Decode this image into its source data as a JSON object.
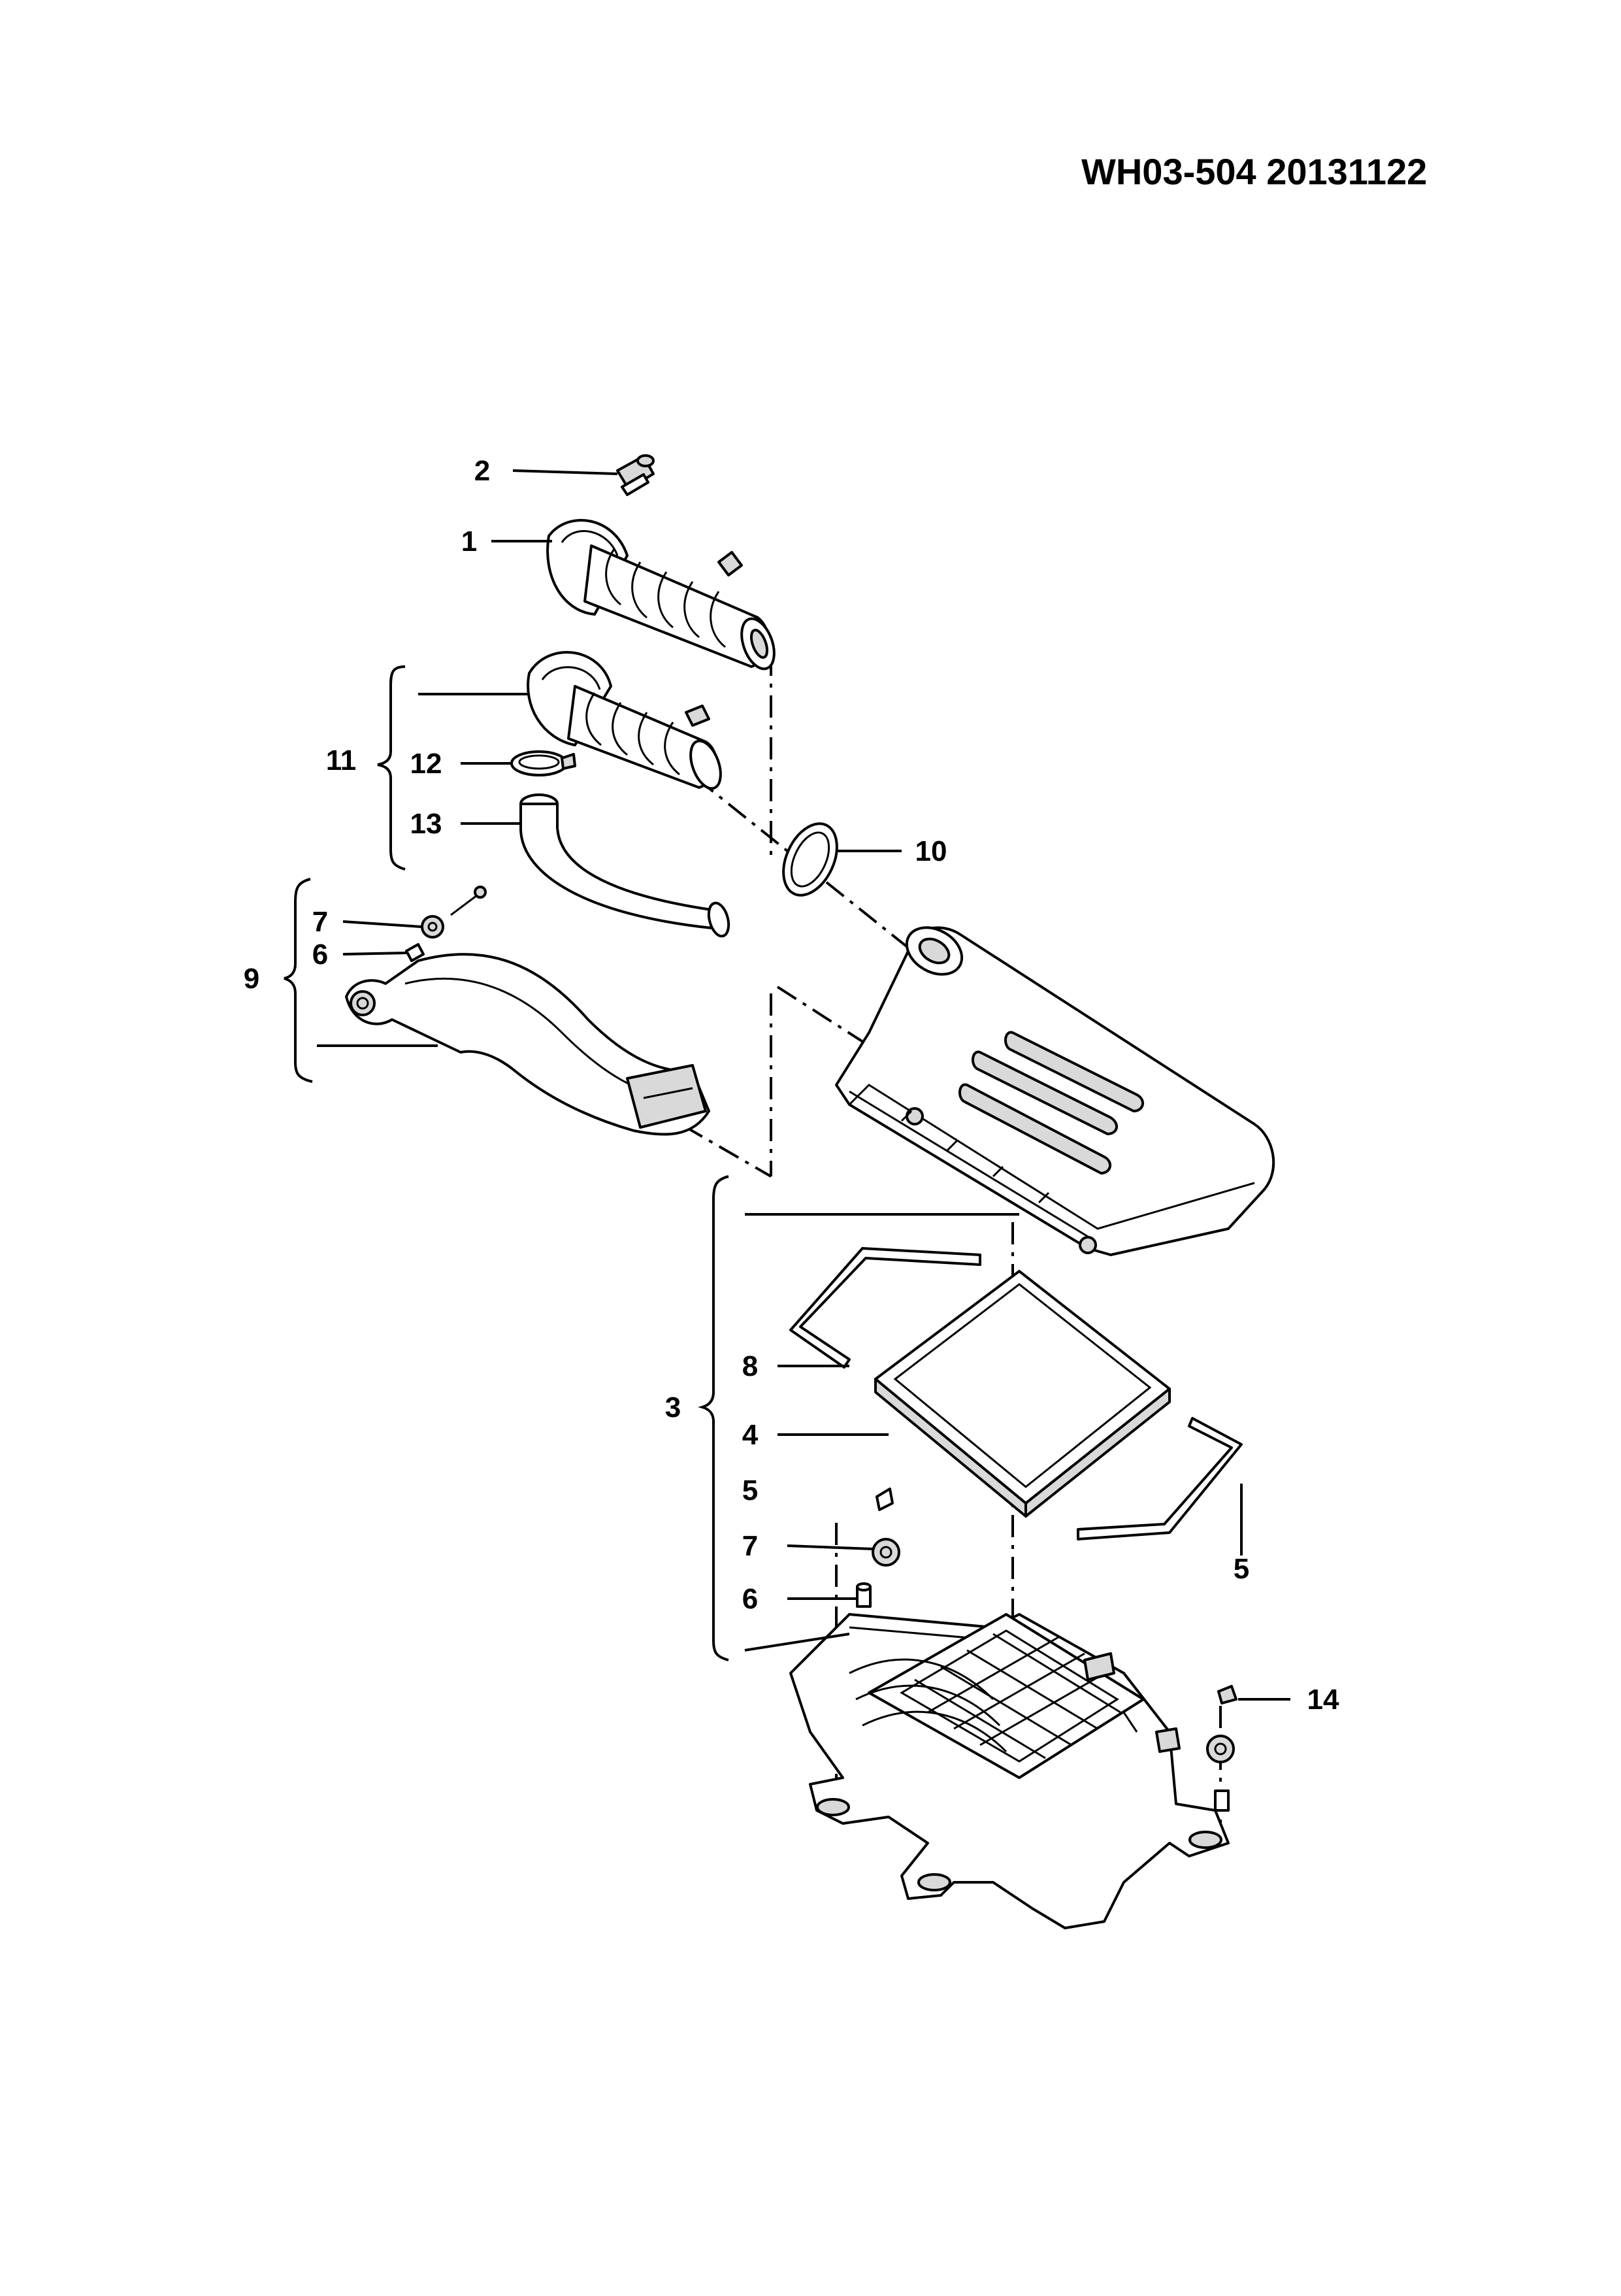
{
  "header": {
    "code": "WH03-504  20131122"
  },
  "callouts": {
    "c1": "1",
    "c2": "2",
    "c3": "3",
    "c4": "4",
    "c5a": "5",
    "c5b": "5",
    "c6a": "6",
    "c6b": "6",
    "c7a": "7",
    "c7b": "7",
    "c8": "8",
    "c9": "9",
    "c10": "10",
    "c11": "11",
    "c12": "12",
    "c13": "13",
    "c14": "14"
  },
  "colors": {
    "line": "#000000",
    "paper": "#ffffff",
    "shade": "#d9d9d9"
  }
}
